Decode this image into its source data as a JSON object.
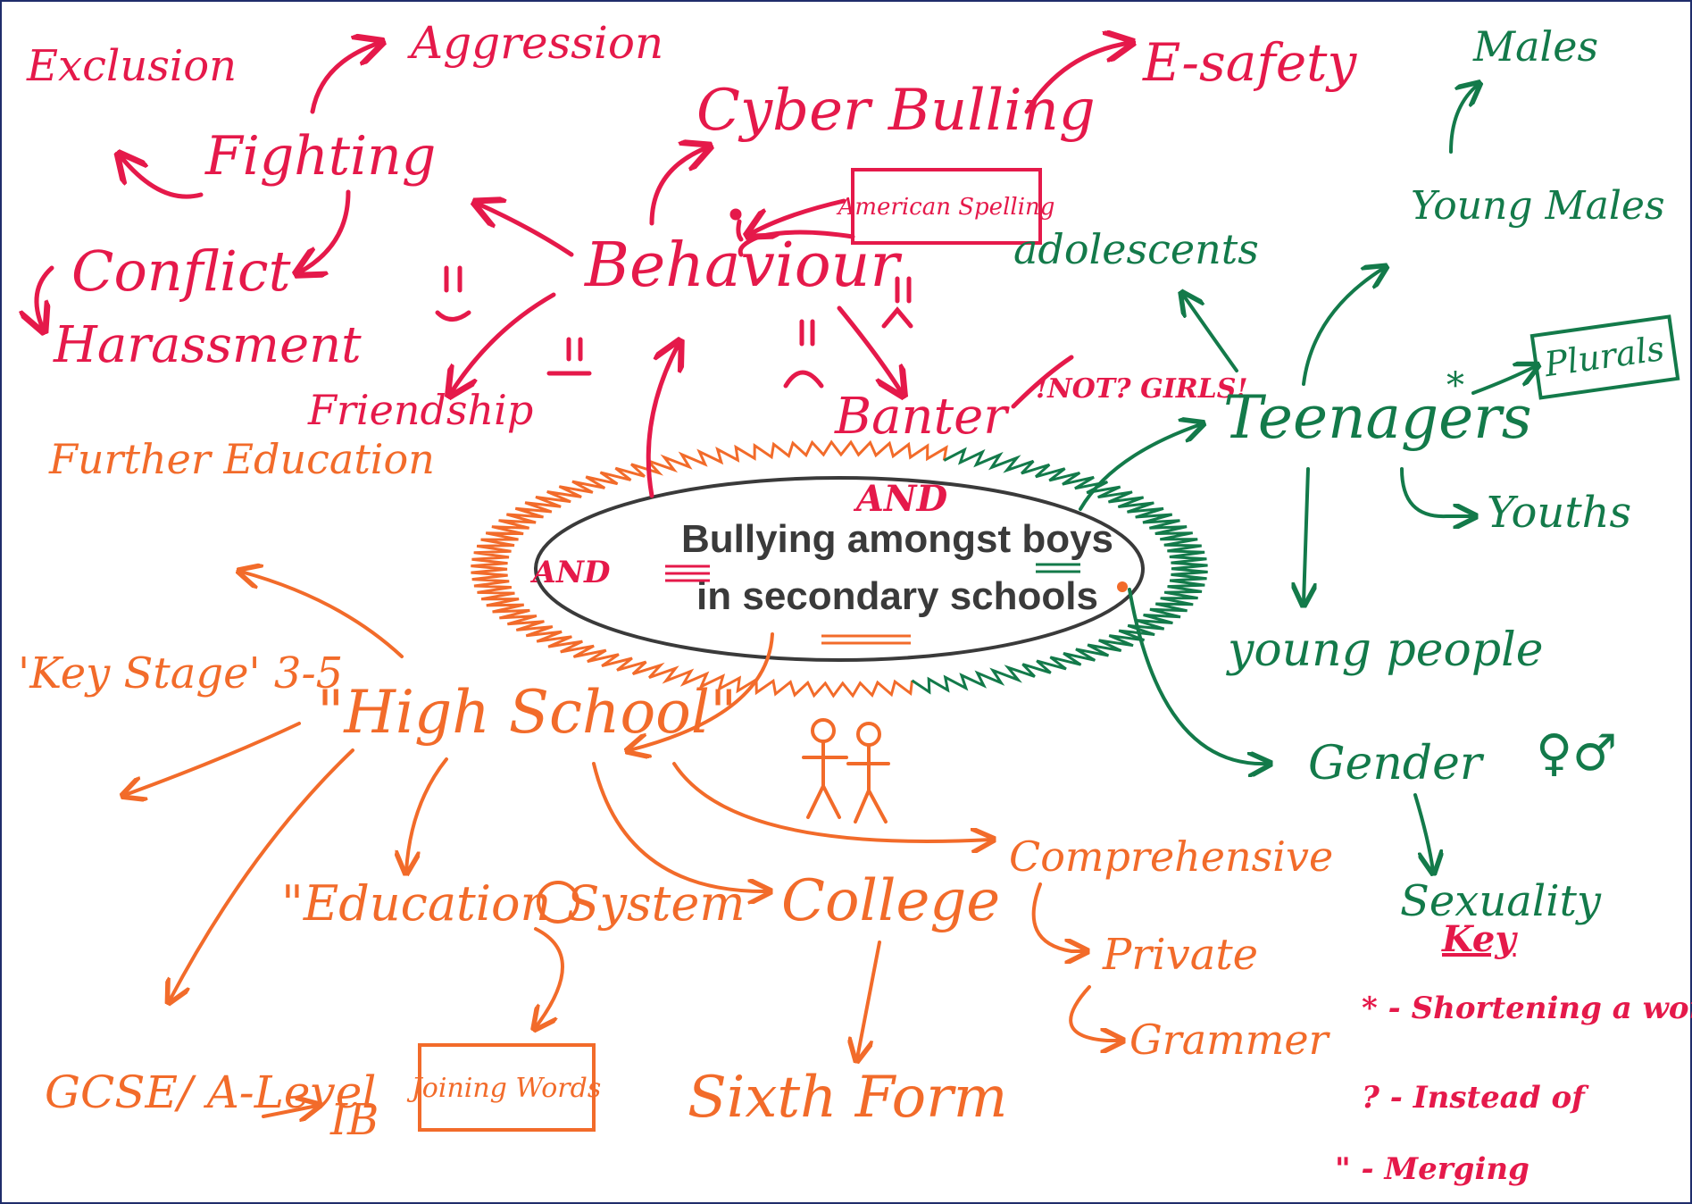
{
  "colors": {
    "red": "#e5194a",
    "orange": "#f26b2a",
    "green": "#137a4a",
    "frame": "#1f2d6b",
    "ellipse_stroke": "#3a3a3a"
  },
  "center": {
    "line1": "Bullying amongst boys",
    "line2": "in secondary schools",
    "and_top": "AND",
    "and_left": "AND"
  },
  "red_nodes": {
    "exclusion": "Exclusion",
    "aggression": "Aggression",
    "fighting": "Fighting",
    "conflict": "Conflict",
    "harassment": "Harassment",
    "friendship": "Friendship",
    "behaviour": "Behaviour",
    "cyber_bullying": "Cyber Bulling",
    "esafety": "E-safety",
    "american_spelling": "American Spelling",
    "banter": "Banter",
    "not_girls": "!NOT? GIRLS!"
  },
  "green_nodes": {
    "males": "Males",
    "young_males": "Young Males",
    "adolescents": "adolescents",
    "plurals": "Plurals",
    "teenagers": "Teenagers",
    "youths": "Youths",
    "young_people": "young people",
    "gender": "Gender",
    "gender_symbols": "♀♂",
    "sexuality": "Sexuality"
  },
  "orange_nodes": {
    "further_education": "Further Education",
    "key_stage": "'Key Stage' 3-5",
    "high_school": "\"High School\"",
    "education_system": "\"Education System",
    "joining_words": "Joining Words",
    "gcse": "GCSE/ A-Level",
    "ib": "IB",
    "college": "College",
    "sixth_form": "Sixth Form",
    "comprehensive": "Comprehensive",
    "private": "Private",
    "grammar": "Grammer"
  },
  "key": {
    "title": "Key",
    "items": [
      "* - Shortening a word",
      "? - Instead of",
      "\" - Merging"
    ]
  }
}
